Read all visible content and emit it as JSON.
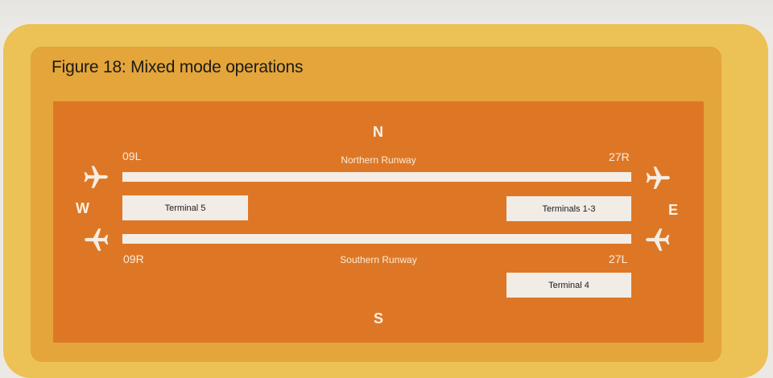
{
  "figure": {
    "title": "Figure 18: Mixed mode operations"
  },
  "compass": {
    "north": "N",
    "south": "S",
    "west": "W",
    "east": "E"
  },
  "runways": {
    "northern": {
      "name": "Northern Runway",
      "west_end": "09L",
      "east_end": "27R"
    },
    "southern": {
      "name": "Southern Runway",
      "west_end": "09R",
      "east_end": "27L"
    }
  },
  "terminals": {
    "t5": "Terminal 5",
    "t1_3": "Terminals 1-3",
    "t4": "Terminal 4"
  },
  "icons": {
    "plane": "airplane-icon"
  },
  "colors": {
    "frame": "#ecc155",
    "card": "#e4a53a",
    "diagram": "#de7725",
    "runway": "#f3ede6"
  }
}
